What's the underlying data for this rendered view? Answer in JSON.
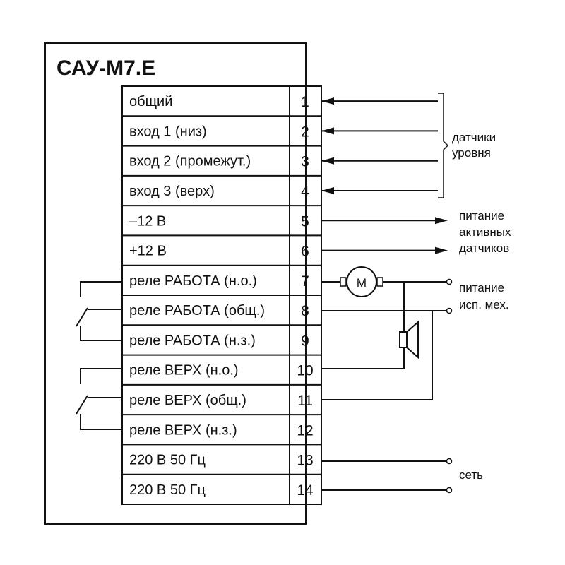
{
  "device": {
    "title": "САУ-М7.Е"
  },
  "terminals": [
    {
      "num": "1",
      "label": "общий"
    },
    {
      "num": "2",
      "label": "вход 1 (низ)"
    },
    {
      "num": "3",
      "label": "вход 2 (промежут.)"
    },
    {
      "num": "4",
      "label": "вход 3 (верх)"
    },
    {
      "num": "5",
      "label": "–12 В"
    },
    {
      "num": "6",
      "label": "+12 В"
    },
    {
      "num": "7",
      "label": "реле РАБОТА (н.о.)"
    },
    {
      "num": "8",
      "label": "реле РАБОТА (общ.)"
    },
    {
      "num": "9",
      "label": "реле РАБОТА (н.з.)"
    },
    {
      "num": "10",
      "label": "реле ВЕРХ (н.о.)"
    },
    {
      "num": "11",
      "label": "реле ВЕРХ (общ.)"
    },
    {
      "num": "12",
      "label": "реле ВЕРХ (н.з.)"
    },
    {
      "num": "13",
      "label": "220 В  50 Гц"
    },
    {
      "num": "14",
      "label": "220 В  50 Гц"
    }
  ],
  "annotations": {
    "sensors_line1": "датчики",
    "sensors_line2": "уровня",
    "power_active_line1": "питание",
    "power_active_line2": "активных",
    "power_active_line3": "датчиков",
    "power_mech_line1": "питание",
    "power_mech_line2": "исп. мех.",
    "mains": "сеть",
    "motor_symbol": "М"
  }
}
